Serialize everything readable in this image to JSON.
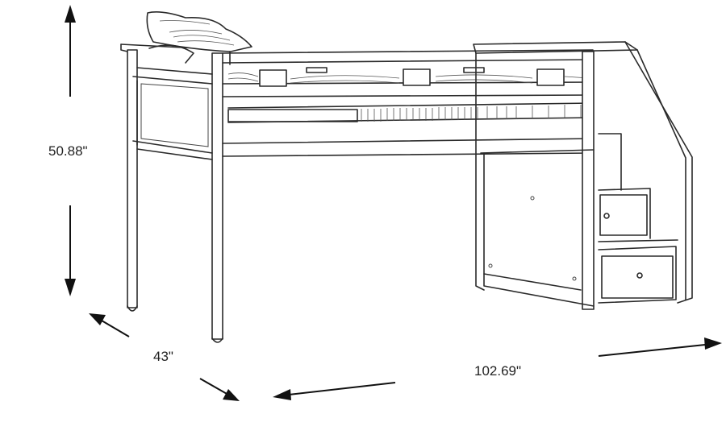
{
  "diagram": {
    "dimensions": {
      "height": "50.88\"",
      "depth": "43\"",
      "width": "102.69\""
    },
    "colors": {
      "line": "#2a2a2a",
      "background": "#ffffff",
      "arrow": "#111111"
    }
  }
}
